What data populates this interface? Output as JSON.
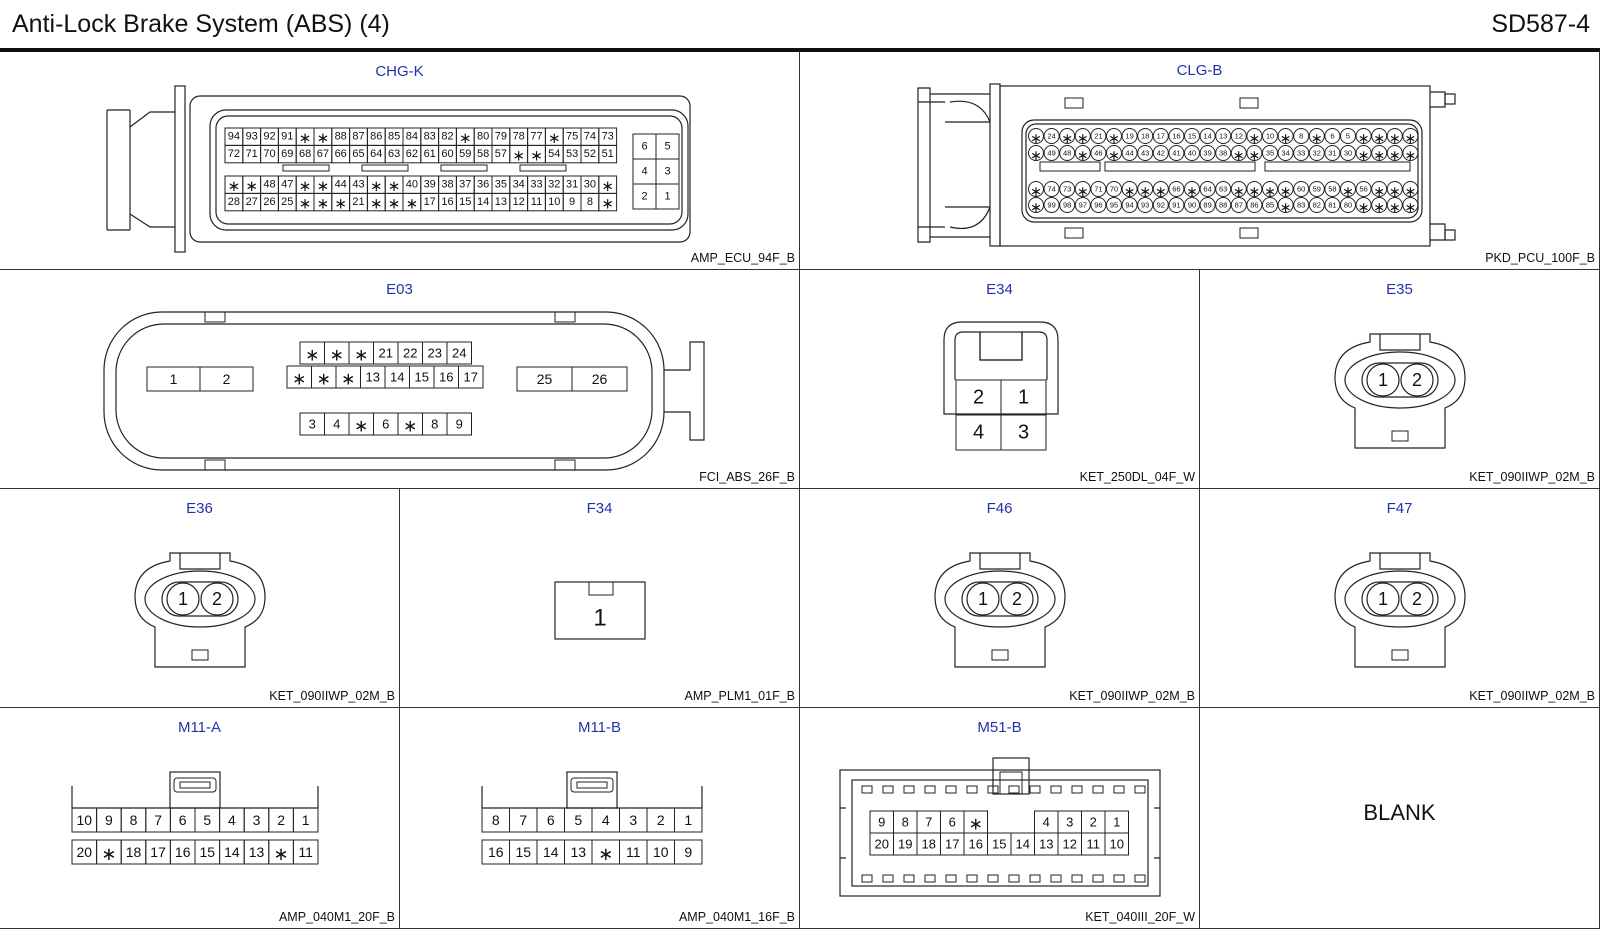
{
  "header": {
    "title": "Anti-Lock Brake System (ABS) (4)",
    "code": "SD587-4"
  },
  "connectors": {
    "chgk": {
      "name": "CHG-K",
      "part": "AMP_ECU_94F_B",
      "rows": [
        [
          "94",
          "93",
          "92",
          "91",
          "*",
          "*",
          "88",
          "87",
          "86",
          "85",
          "84",
          "83",
          "82",
          "*",
          "80",
          "79",
          "78",
          "77",
          "*",
          "75",
          "74",
          "73"
        ],
        [
          "72",
          "71",
          "70",
          "69",
          "68",
          "67",
          "66",
          "65",
          "64",
          "63",
          "62",
          "61",
          "60",
          "59",
          "58",
          "57",
          "*",
          "*",
          "54",
          "53",
          "52",
          "51"
        ],
        [
          "*",
          "*",
          "48",
          "47",
          "*",
          "*",
          "44",
          "43",
          "*",
          "*",
          "40",
          "39",
          "38",
          "37",
          "36",
          "35",
          "34",
          "33",
          "32",
          "31",
          "30",
          "*"
        ],
        [
          "28",
          "27",
          "26",
          "25",
          "*",
          "*",
          "*",
          "21",
          "*",
          "*",
          "*",
          "17",
          "16",
          "15",
          "14",
          "13",
          "12",
          "11",
          "10",
          "9",
          "8",
          "*"
        ]
      ],
      "side": [
        [
          "6",
          "5"
        ],
        [
          "4",
          "3"
        ],
        [
          "2",
          "1"
        ]
      ]
    },
    "clgb": {
      "name": "CLG-B",
      "part": "PKD_PCU_100F_B",
      "rows": [
        [
          "*",
          "24",
          "*",
          "*",
          "21",
          "*",
          "19",
          "18",
          "17",
          "16",
          "15",
          "14",
          "13",
          "12",
          "*",
          "10",
          "*",
          "8",
          "*",
          "6",
          "5",
          "*",
          "*",
          "*",
          "*"
        ],
        [
          "*",
          "49",
          "48",
          "*",
          "46",
          "*",
          "44",
          "43",
          "42",
          "41",
          "40",
          "39",
          "38",
          "*",
          "*",
          "35",
          "34",
          "33",
          "32",
          "31",
          "30",
          "*",
          "*",
          "*",
          "*"
        ],
        [
          "*",
          "74",
          "73",
          "*",
          "71",
          "70",
          "*",
          "*",
          "*",
          "66",
          "*",
          "64",
          "63",
          "*",
          "*",
          "*",
          "*",
          "60",
          "59",
          "58",
          "*",
          "56",
          "*",
          "*",
          "*"
        ],
        [
          "*",
          "99",
          "98",
          "97",
          "96",
          "95",
          "94",
          "93",
          "92",
          "91",
          "90",
          "89",
          "88",
          "87",
          "86",
          "85",
          "*",
          "83",
          "82",
          "81",
          "80",
          "*",
          "*",
          "*",
          "*"
        ]
      ]
    },
    "e03": {
      "name": "E03",
      "part": "FCI_ABS_26F_B",
      "left": [
        "1",
        "2"
      ],
      "top": [
        "*",
        "*",
        "*",
        "21",
        "22",
        "23",
        "24"
      ],
      "mid": [
        "*",
        "*",
        "*",
        "13",
        "14",
        "15",
        "16",
        "17"
      ],
      "bottom": [
        "3",
        "4",
        "*",
        "6",
        "*",
        "8",
        "9"
      ],
      "right": [
        "25",
        "26"
      ]
    },
    "e34": {
      "name": "E34",
      "part": "KET_250DL_04F_W",
      "pins": [
        [
          "2",
          "1"
        ],
        [
          "4",
          "3"
        ]
      ]
    },
    "e35": {
      "name": "E35",
      "part": "KET_090IIWP_02M_B",
      "pins": [
        "1",
        "2"
      ]
    },
    "e36": {
      "name": "E36",
      "part": "KET_090IIWP_02M_B",
      "pins": [
        "1",
        "2"
      ]
    },
    "f34": {
      "name": "F34",
      "part": "AMP_PLM1_01F_B",
      "pins": [
        "1"
      ]
    },
    "f46": {
      "name": "F46",
      "part": "KET_090IIWP_02M_B",
      "pins": [
        "1",
        "2"
      ]
    },
    "f47": {
      "name": "F47",
      "part": "KET_090IIWP_02M_B",
      "pins": [
        "1",
        "2"
      ]
    },
    "m11a": {
      "name": "M11-A",
      "part": "AMP_040M1_20F_B",
      "rows": [
        [
          "10",
          "9",
          "8",
          "7",
          "6",
          "5",
          "4",
          "3",
          "2",
          "1"
        ],
        [
          "20",
          "*",
          "18",
          "17",
          "16",
          "15",
          "14",
          "13",
          "*",
          "11"
        ]
      ]
    },
    "m11b": {
      "name": "M11-B",
      "part": "AMP_040M1_16F_B",
      "rows": [
        [
          "8",
          "7",
          "6",
          "5",
          "4",
          "3",
          "2",
          "1"
        ],
        [
          "16",
          "15",
          "14",
          "13",
          "*",
          "11",
          "10",
          "9"
        ]
      ]
    },
    "m51b": {
      "name": "M51-B",
      "part": "KET_040III_20F_W",
      "rows": [
        [
          "9",
          "8",
          "7",
          "6",
          "*",
          "",
          "",
          "4",
          "3",
          "2",
          "1"
        ],
        [
          "20",
          "19",
          "18",
          "17",
          "16",
          "15",
          "14",
          "13",
          "12",
          "11",
          "10"
        ]
      ]
    },
    "blank": {
      "label": "BLANK"
    }
  }
}
